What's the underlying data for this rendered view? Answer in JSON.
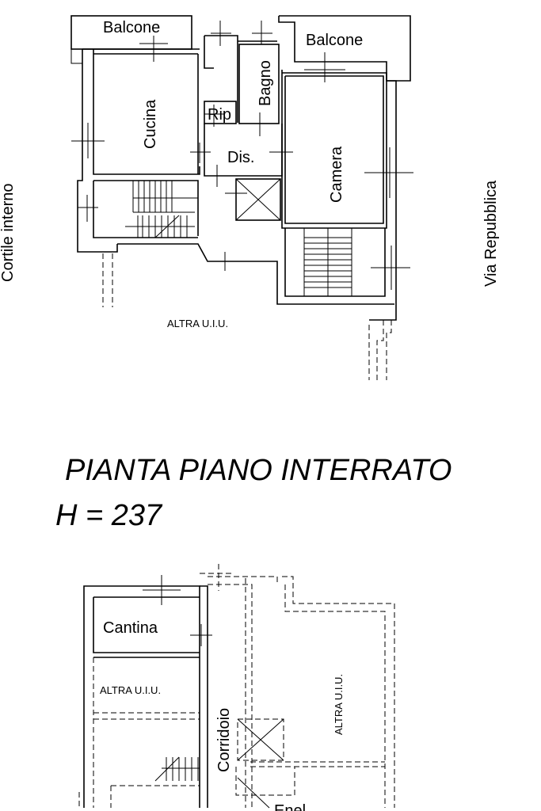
{
  "labels": {
    "balcone_left": "Balcone",
    "balcone_right": "Balcone",
    "cucina": "Cucina",
    "bagno": "Bagno",
    "rip": "Rip",
    "dis": "Dis.",
    "camera": "Camera",
    "cortile": "Cortile interno",
    "via": "Via Repubblica",
    "altra_upper": "ALTRA U.I.U.",
    "title": "PIANTA PIANO INTERRATO",
    "height": "H = 237",
    "cantina": "Cantina",
    "altra_left": "ALTRA U.I.U.",
    "corridoio": "Corridoio",
    "altra_right": "ALTRA U.I.U.",
    "enel": "Enel"
  }
}
